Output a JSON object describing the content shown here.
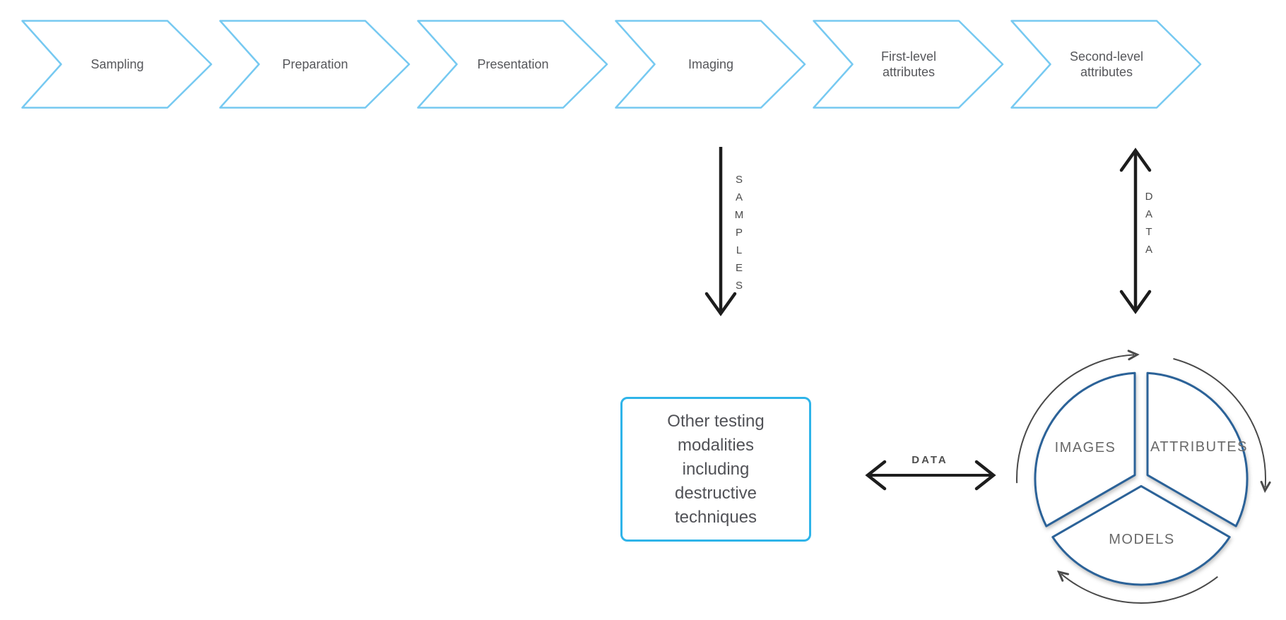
{
  "pipeline": {
    "steps": [
      {
        "label": "Sampling"
      },
      {
        "label": "Preparation"
      },
      {
        "label": "Presentation"
      },
      {
        "label": "Imaging"
      },
      {
        "label": "First-level attributes"
      },
      {
        "label": "Second-level attributes"
      }
    ]
  },
  "samples_flow": {
    "label": "SAMPLES",
    "letters": [
      "S",
      "A",
      "M",
      "P",
      "L",
      "E",
      "S"
    ],
    "direction": "down"
  },
  "data_flow_vertical": {
    "label": "DATA",
    "letters": [
      "D",
      "A",
      "T",
      "A"
    ],
    "direction": "bidirectional"
  },
  "data_flow_horizontal": {
    "label": "DATA",
    "direction": "bidirectional"
  },
  "other_testing_box": {
    "label": "Other testing modalities including destructive techniques"
  },
  "data_cycle": {
    "rotation": "clockwise",
    "segments": [
      {
        "label": "IMAGES"
      },
      {
        "label": "ATTRIBUTES"
      },
      {
        "label": "MODELS"
      }
    ]
  },
  "colors": {
    "chevron_outline": "#76c9f1",
    "box_outline": "#2fb4e9",
    "cycle_outline": "#2b6298",
    "arrow_black": "#1d1d1d",
    "cycle_arrow": "#4a4a4a",
    "text_primary": "#56575b",
    "text_secondary": "#696969"
  }
}
